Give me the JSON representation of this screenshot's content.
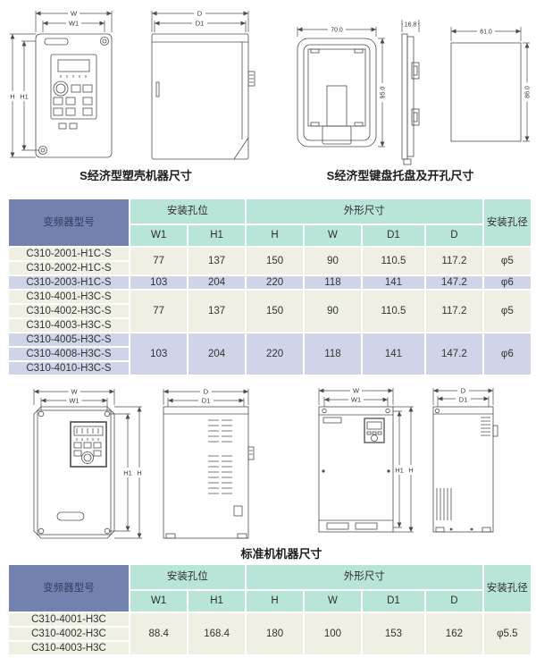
{
  "captions": {
    "s_case": "S经济型塑壳机器尺寸",
    "s_keypad": "S经济型键盘托盘及开孔尺寸",
    "standard": "标准机机器尺寸"
  },
  "dim_labels": {
    "w": "W",
    "w1": "W1",
    "h": "H",
    "h1": "H1",
    "d": "D",
    "d1": "D1",
    "tray_width": "70.0",
    "tray_height": "95.0",
    "tray_depth": "16.8",
    "cutout_width": "61.0",
    "cutout_height": "86.0"
  },
  "table_headers": {
    "model": "变频器型号",
    "mounting_holes": "安装孔位",
    "outline_dims": "外形尺寸",
    "hole_diameter": "安装孔径",
    "cols": [
      "W1",
      "H1",
      "H",
      "W",
      "D1",
      "D"
    ]
  },
  "tables": {
    "s_economy": {
      "groups": [
        {
          "models": [
            "C310-2001-H1C-S",
            "C310-2002-H1C-S"
          ],
          "values": [
            "77",
            "137",
            "150",
            "90",
            "110.5",
            "117.2",
            "φ5"
          ],
          "tone": "cream"
        },
        {
          "models": [
            "C310-2003-H1C-S"
          ],
          "values": [
            "103",
            "204",
            "220",
            "118",
            "141",
            "147.2",
            "φ6"
          ],
          "tone": "lavender"
        },
        {
          "models": [
            "C310-4001-H3C-S",
            "C310-4002-H3C-S",
            "C310-4003-H3C-S"
          ],
          "values": [
            "77",
            "137",
            "150",
            "90",
            "110.5",
            "117.2",
            "φ5"
          ],
          "tone": "cream"
        },
        {
          "models": [
            "C310-4005-H3C-S",
            "C310-4008-H3C-S",
            "C310-4010-H3C-S"
          ],
          "values": [
            "103",
            "204",
            "220",
            "118",
            "141",
            "147.2",
            "φ6"
          ],
          "tone": "lavender"
        }
      ]
    },
    "standard": {
      "groups": [
        {
          "models": [
            "C310-4001-H3C",
            "C310-4002-H3C",
            "C310-4003-H3C"
          ],
          "values": [
            "88.4",
            "168.4",
            "180",
            "100",
            "153",
            "162",
            "φ5.5"
          ],
          "tone": "cream"
        }
      ]
    }
  },
  "colors": {
    "model_header_bg": "#7381ae",
    "teal_header_bg": "#b9e5d9",
    "row_cream": "#f0efe4",
    "row_lavender": "#cfd4e8",
    "line": "#4d4d4d"
  }
}
